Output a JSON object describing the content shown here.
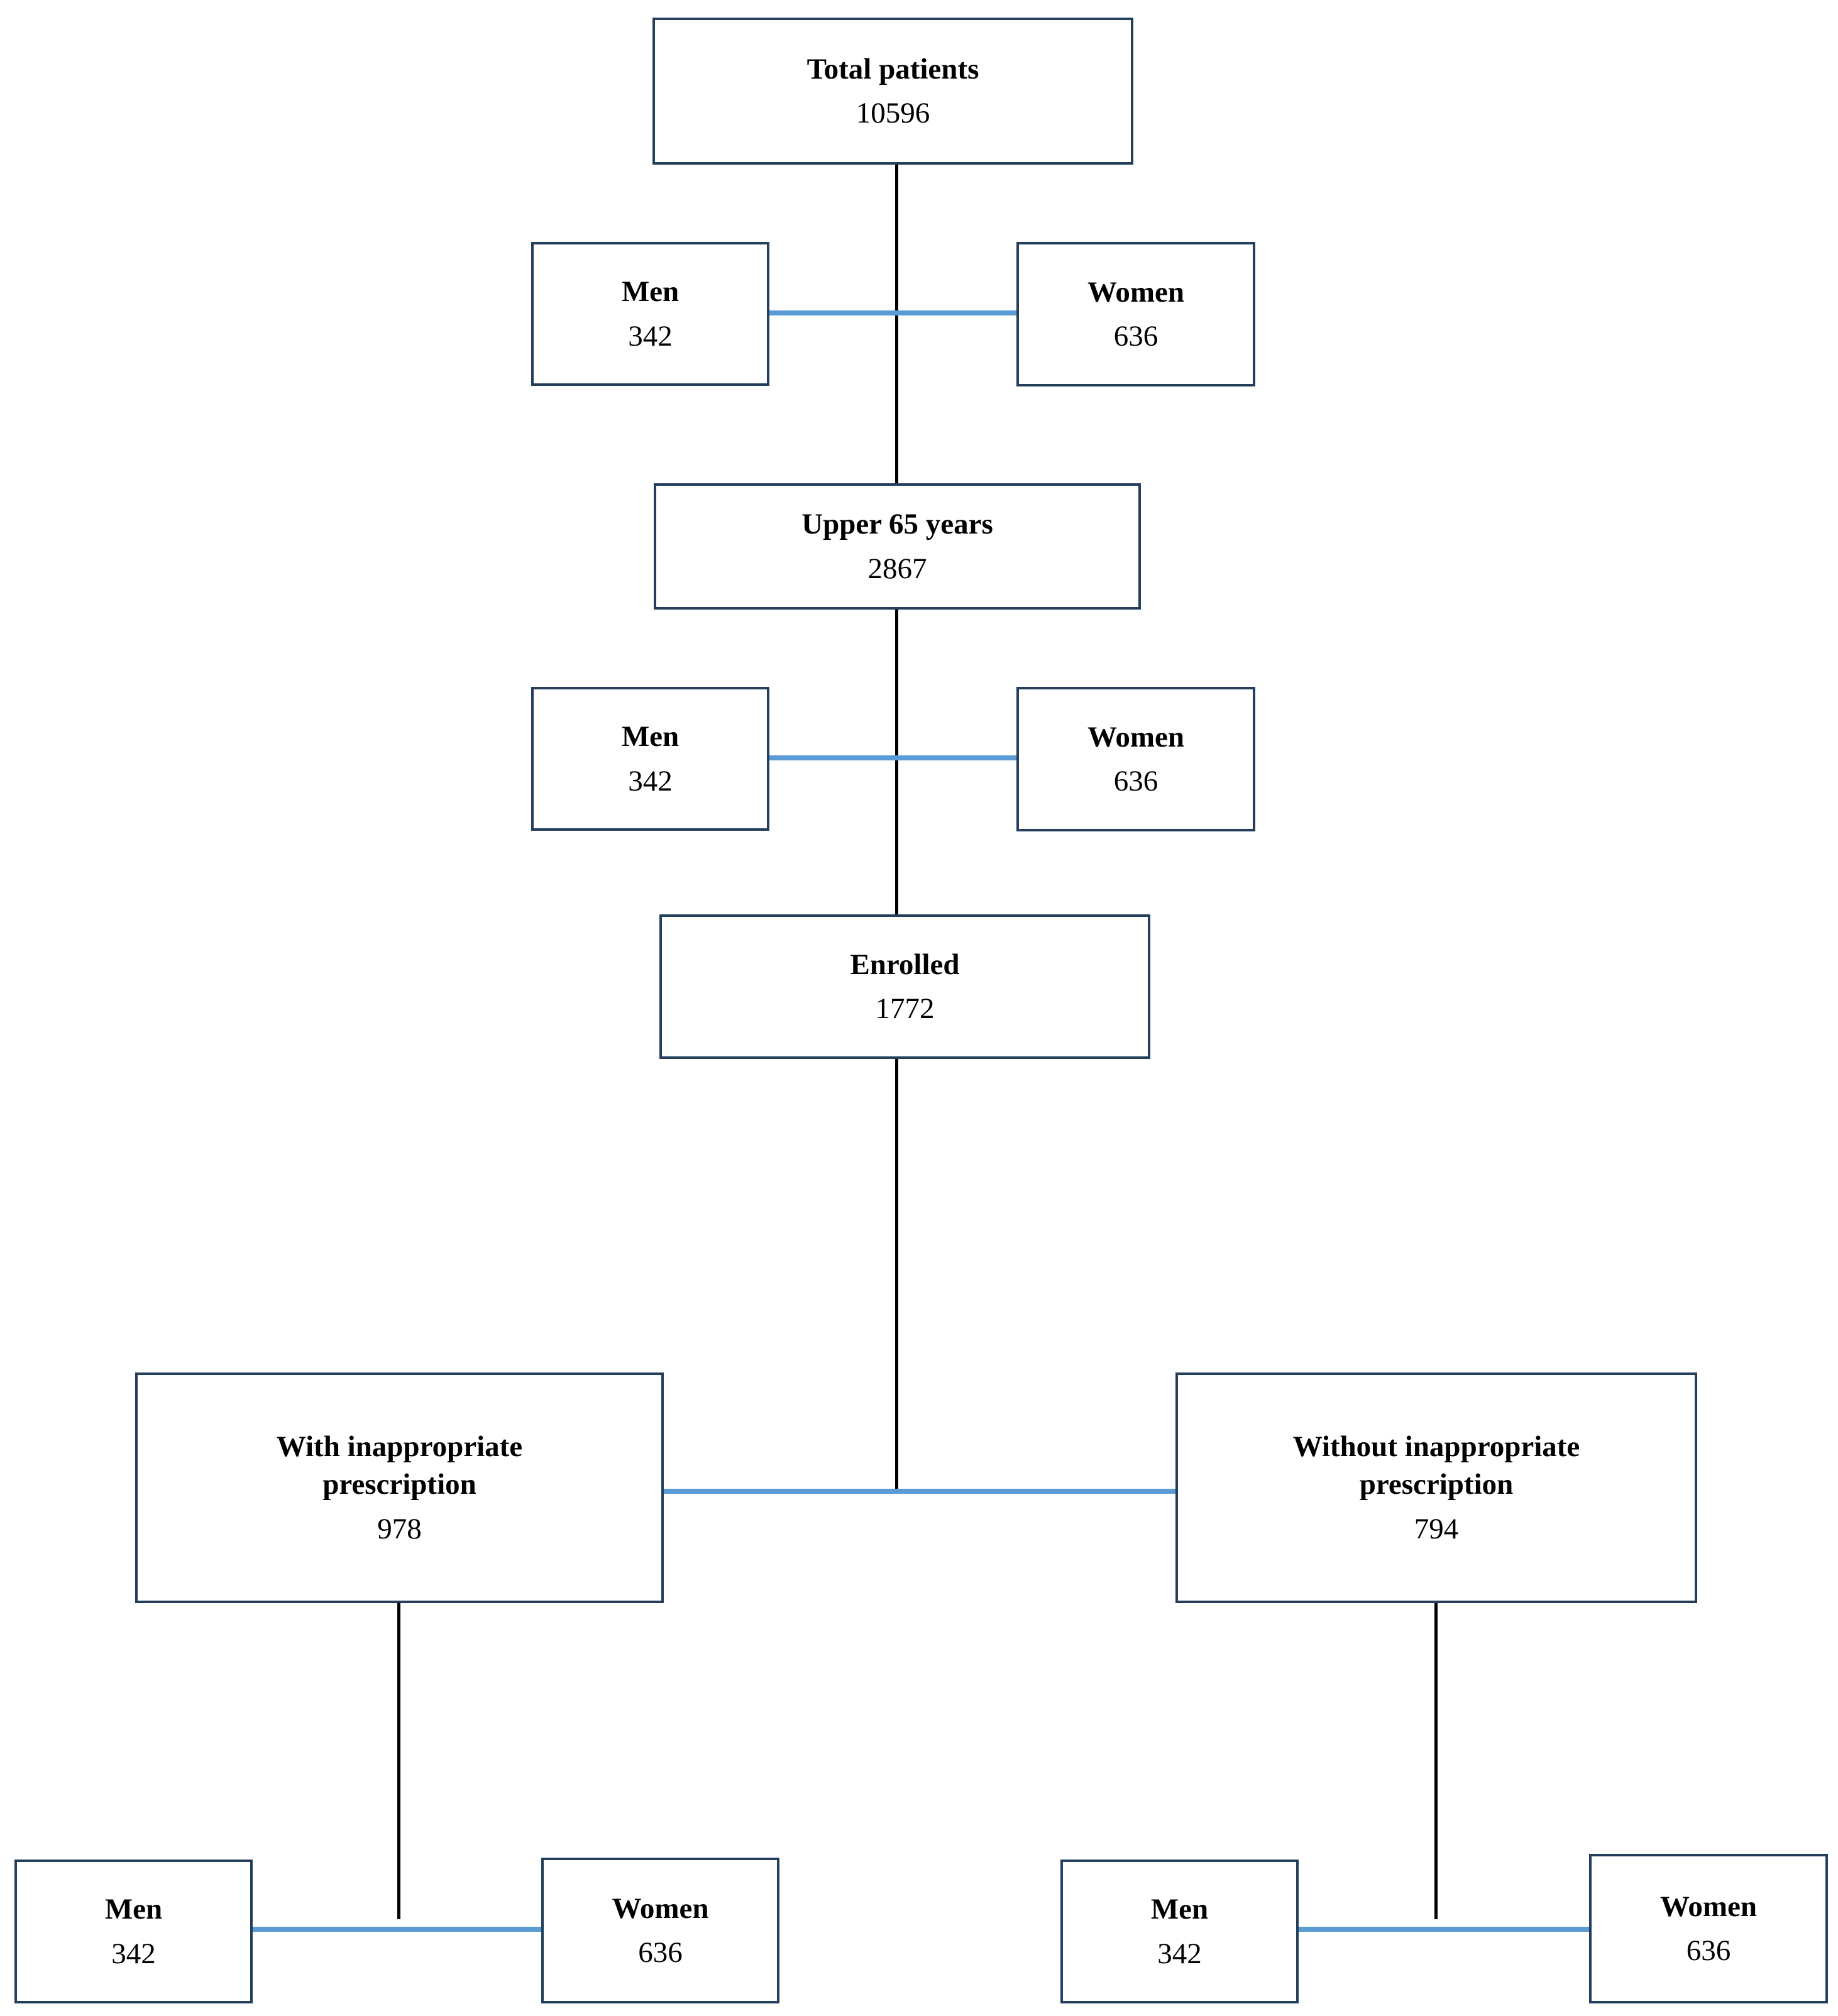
{
  "diagram": {
    "type": "flowchart",
    "colors": {
      "box_border": "#243F5C",
      "connector_blue": "#5B9BD5",
      "connector_black": "#000000",
      "background": "#FFFFFF",
      "text": "#000000"
    },
    "nodes": {
      "total": {
        "label": "Total patients",
        "value": "10596"
      },
      "men_top": {
        "label": "Men",
        "value": "342"
      },
      "women_top": {
        "label": "Women",
        "value": "636"
      },
      "upper65": {
        "label": "Upper 65 years",
        "value": "2867"
      },
      "men_mid": {
        "label": "Men",
        "value": "342"
      },
      "women_mid": {
        "label": "Women",
        "value": "636"
      },
      "enrolled": {
        "label": "Enrolled",
        "value": "1772"
      },
      "with_inappropriate": {
        "label": "With inappropriate prescription",
        "value": "978"
      },
      "without_inappropriate": {
        "label": "Without inappropriate prescription",
        "value": "794"
      },
      "men_with": {
        "label": "Men",
        "value": "342"
      },
      "women_with": {
        "label": "Women",
        "value": "636"
      },
      "men_without": {
        "label": "Men",
        "value": "342"
      },
      "women_without": {
        "label": "Women",
        "value": "636"
      }
    }
  }
}
